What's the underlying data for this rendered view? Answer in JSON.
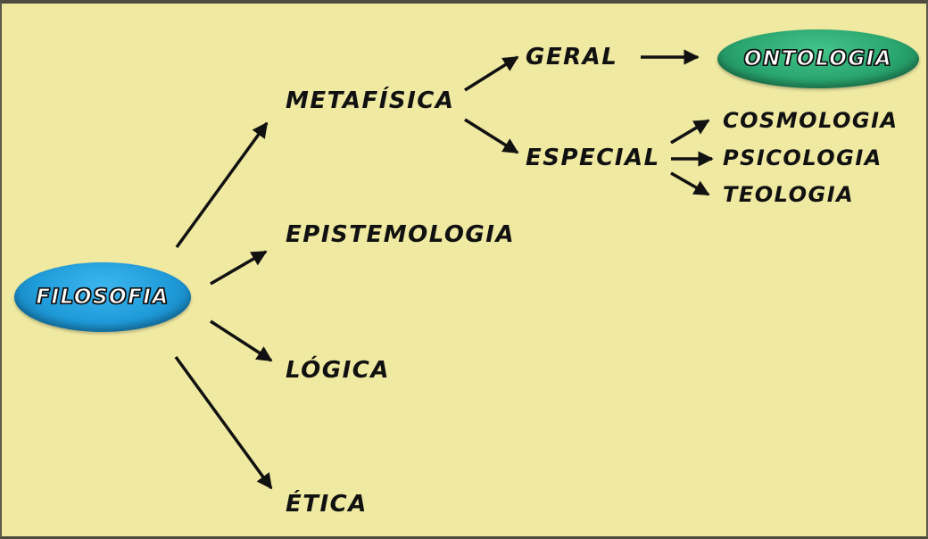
{
  "colors": {
    "background": "#efe9a2",
    "filosofia_oval": "#1f9bd9",
    "ontologia_oval": "#2aa66f",
    "text": "#111111",
    "arrow": "#111111"
  },
  "nodes": {
    "filosofia": "FILOSOFIA",
    "metafisica": "METAFÍSICA",
    "epistemologia": "EPISTEMOLOGIA",
    "logica": "LÓGICA",
    "etica": "ÉTICA",
    "geral": "GERAL",
    "especial": "ESPECIAL",
    "ontologia": "ONTOLOGIA",
    "cosmologia": "COSMOLOGIA",
    "psicologia": "PSICOLOGIA",
    "teologia": "TEOLOGIA"
  },
  "edges": [
    [
      "filosofia",
      "metafisica"
    ],
    [
      "filosofia",
      "epistemologia"
    ],
    [
      "filosofia",
      "logica"
    ],
    [
      "filosofia",
      "etica"
    ],
    [
      "metafisica",
      "geral"
    ],
    [
      "metafisica",
      "especial"
    ],
    [
      "geral",
      "ontologia"
    ],
    [
      "especial",
      "cosmologia"
    ],
    [
      "especial",
      "psicologia"
    ],
    [
      "especial",
      "teologia"
    ]
  ]
}
